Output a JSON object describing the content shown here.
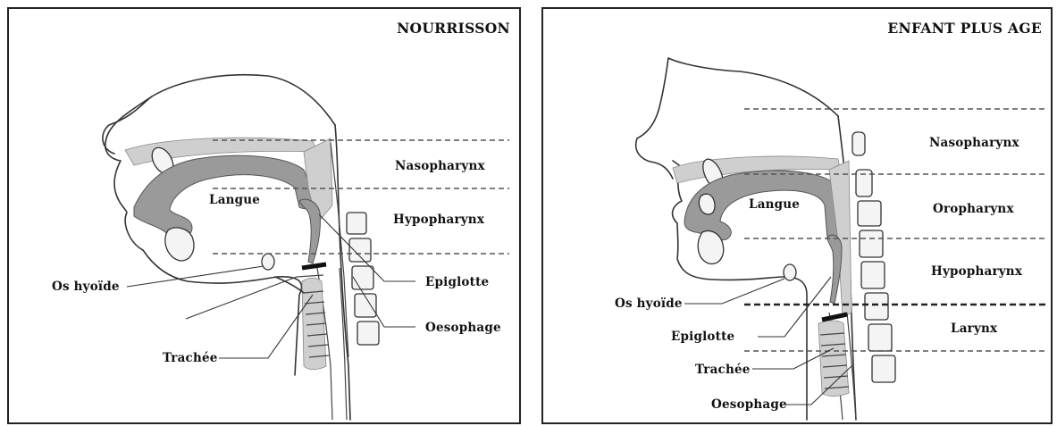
{
  "panels": {
    "left": {
      "title": "NOURRISSON",
      "labels": {
        "nasopharynx": "Nasopharynx",
        "hypopharynx": "Hypopharynx",
        "langue": "Langue",
        "os_hyoide": "Os hyoïde",
        "epiglotte": "Epiglotte",
        "oesophage": "Oesophage",
        "trachee": "Trachée"
      }
    },
    "right": {
      "title": "ENFANT PLUS AGE",
      "labels": {
        "nasopharynx": "Nasopharynx",
        "oropharynx": "Oropharynx",
        "hypopharynx": "Hypopharynx",
        "larynx": "Larynx",
        "langue": "Langue",
        "os_hyoide": "Os hyoïde",
        "epiglotte": "Epiglotte",
        "trachee": "Trachée",
        "oesophage": "Oesophage"
      }
    }
  },
  "colors": {
    "tissue_grey": "#9a9a9a",
    "outline": "#333333",
    "background": "#ffffff"
  }
}
